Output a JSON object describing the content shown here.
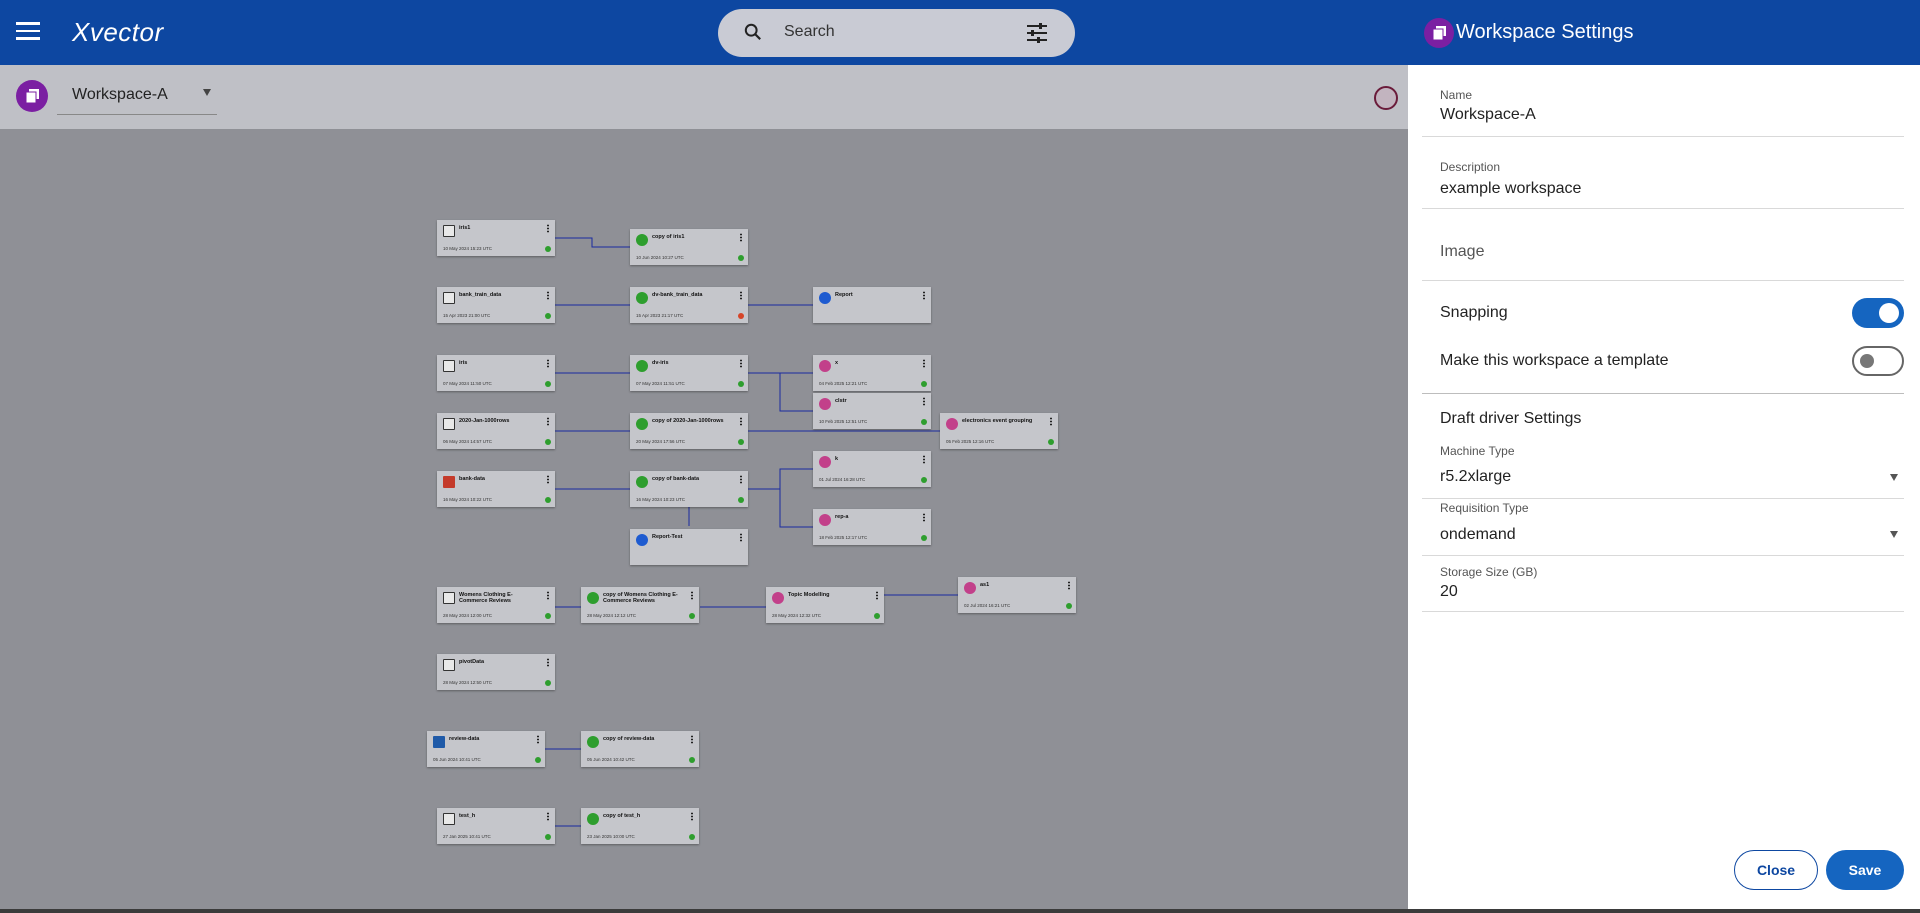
{
  "app": {
    "logo": "Xvector"
  },
  "search": {
    "placeholder": "Search"
  },
  "workspace": {
    "selected": "Workspace-A"
  },
  "nodes": [
    {
      "name": "iris1",
      "ts": "10 May 2024 15:23 UTC",
      "icon": "file"
    },
    {
      "name": "copy of iris1",
      "ts": "10 Jun 2024 10:27 UTC",
      "icon": "green"
    },
    {
      "name": "bank_train_data",
      "ts": "15 Apr 2023 21:00 UTC",
      "icon": "file"
    },
    {
      "name": "dv-bank_train_data",
      "ts": "15 Apr 2023 21:17 UTC",
      "icon": "green"
    },
    {
      "name": "Report",
      "ts": "",
      "icon": "blue"
    },
    {
      "name": "iris",
      "ts": "07 May 2024 11:50 UTC",
      "icon": "file"
    },
    {
      "name": "dv-iris",
      "ts": "07 May 2024 11:51 UTC",
      "icon": "green"
    },
    {
      "name": "x",
      "ts": "04 Feb 2025 12:21 UTC",
      "icon": "pink"
    },
    {
      "name": "clstr",
      "ts": "10 Feb 2025 12:51 UTC",
      "icon": "pink"
    },
    {
      "name": "2020-Jan-1000rows",
      "ts": "06 May 2024 14:57 UTC",
      "icon": "file"
    },
    {
      "name": "copy of 2020-Jan-1000rows",
      "ts": "20 May 2024 17:56 UTC",
      "icon": "green"
    },
    {
      "name": "electronics event grouping",
      "ts": "05 Feb 2025 12:16 UTC",
      "icon": "pink"
    },
    {
      "name": "bank-data",
      "ts": "16 May 2024 10:22 UTC",
      "icon": "red"
    },
    {
      "name": "copy of bank-data",
      "ts": "16 May 2024 10:23 UTC",
      "icon": "green"
    },
    {
      "name": "k",
      "ts": "01 Jul 2024 16:28 UTC",
      "icon": "pink"
    },
    {
      "name": "rep-a",
      "ts": "18 Feb 2025 12:17 UTC",
      "icon": "pink"
    },
    {
      "name": "Report-Test",
      "ts": "",
      "icon": "blue"
    },
    {
      "name": "Womens Clothing E-Commerce Reviews",
      "ts": "28 May 2024 12:00 UTC",
      "icon": "file"
    },
    {
      "name": "copy of Womens Clothing E-Commerce Reviews",
      "ts": "28 May 2024 12:12 UTC",
      "icon": "green"
    },
    {
      "name": "Topic Modelling",
      "ts": "28 May 2024 12:32 UTC",
      "icon": "pink"
    },
    {
      "name": "as1",
      "ts": "02 Jul 2024 16:21 UTC",
      "icon": "pink"
    },
    {
      "name": "pivotData",
      "ts": "28 May 2024 12:50 UTC",
      "icon": "file"
    },
    {
      "name": "review-data",
      "ts": "05 Jun 2024 10:41 UTC",
      "icon": "book"
    },
    {
      "name": "copy of review-data",
      "ts": "05 Jun 2024 10:42 UTC",
      "icon": "green"
    },
    {
      "name": "test_h",
      "ts": "27 Jan 2025 10:41 UTC",
      "icon": "file"
    },
    {
      "name": "copy of test_h",
      "ts": "23 Jan 2025 10:00 UTC",
      "icon": "green"
    }
  ],
  "panel": {
    "title": "Workspace Settings",
    "name_label": "Name",
    "name_value": "Workspace-A",
    "description_label": "Description",
    "description_value": "example workspace",
    "image_label": "Image",
    "snapping_label": "Snapping",
    "snapping_on": true,
    "template_label": "Make this workspace a template",
    "template_on": false,
    "driver_section": "Draft driver Settings",
    "machine_type_label": "Machine Type",
    "machine_type_value": "r5.2xlarge",
    "requisition_type_label": "Requisition Type",
    "requisition_type_value": "ondemand",
    "storage_label": "Storage Size (GB)",
    "storage_value": "20",
    "close_label": "Close",
    "save_label": "Save"
  },
  "colors": {
    "primary": "#0d47a1",
    "accent": "#1565c0",
    "workspace_avatar": "#7b1fa2"
  }
}
